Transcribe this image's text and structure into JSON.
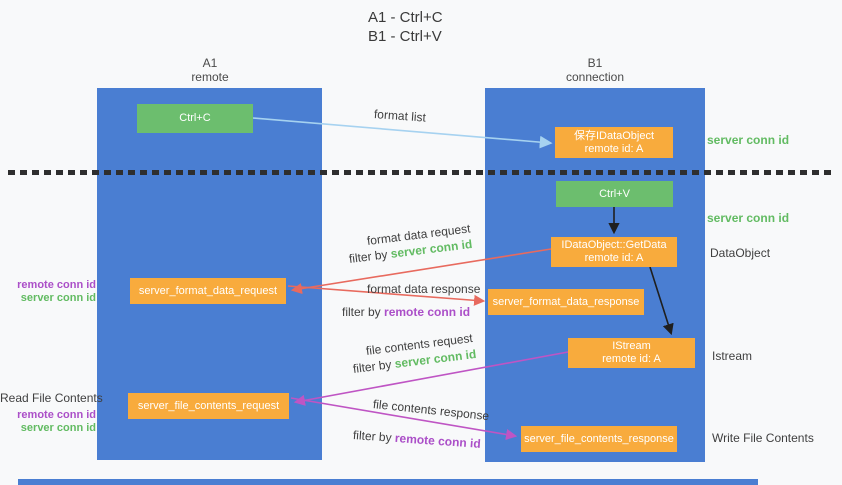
{
  "title": {
    "line1": "A1 - Ctrl+C",
    "line2": "B1 - Ctrl+V"
  },
  "lifelines": [
    {
      "name": "A1",
      "role": "remote"
    },
    {
      "name": "B1",
      "role": "connection"
    }
  ],
  "nodes": {
    "ctrl_c": "Ctrl+C",
    "save_dataobject_line1": "保存IDataObject",
    "save_dataobject_line2": "remote id: A",
    "ctrl_v": "Ctrl+V",
    "getdata_line1": "IDataObject::GetData",
    "getdata_line2": "remote id: A",
    "format_request": "server_format_data_request",
    "format_response": "server_format_data_response",
    "istream_line1": "IStream",
    "istream_line2": "remote id: A",
    "file_request": "server_file_contents_request",
    "file_response": "server_file_contents_response"
  },
  "edge_labels": {
    "format_list": "format list",
    "format_data_request": "format data request",
    "format_data_response": "format data response",
    "file_contents_request": "file contents request",
    "file_contents_response": "file contents response",
    "filter_prefix": "filter by",
    "server_conn_id": "server conn id",
    "remote_conn_id": "remote conn id"
  },
  "annotations": {
    "server_conn_id_top": "server conn id",
    "server_conn_id_mid": "server conn id",
    "dataobject": "DataObject",
    "istream": "Istream",
    "write_file_contents": "Write File Contents",
    "read_file_contents": "Read File Contents",
    "remote_conn_id": "remote conn id",
    "server_conn_id": "server conn id"
  },
  "colors": {
    "lifeline_blue": "#4a7ed2",
    "node_green": "#6cbe6e",
    "node_orange": "#f8ab3d",
    "text_green": "#62bb62",
    "text_purple": "#ab4fc8",
    "arrow_red": "#e86a5e",
    "arrow_magenta": "#bf55c4",
    "arrow_lightblue": "#a6d2f0",
    "arrow_black": "#1f1f1f",
    "background": "#f8f9fa"
  }
}
